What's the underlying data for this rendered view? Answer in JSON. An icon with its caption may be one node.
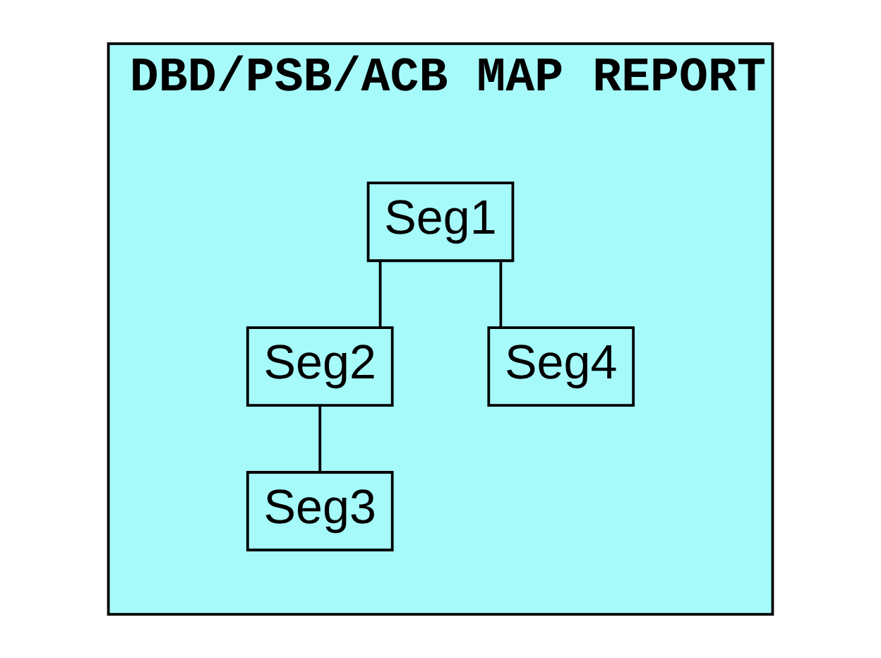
{
  "diagram": {
    "nodes": [
      {
        "text": [
          "DBD/PSB/ACB MAP REPORT"
        ]
      },
      {
        "text": [
          "Seg1"
        ],
        "in": 0
      },
      {
        "text": [
          "Seg2"
        ],
        "in": 0
      },
      {
        "text": [
          "Seg4"
        ],
        "in": 0
      },
      {
        "text": [
          "Seg3"
        ],
        "in": 0
      }
    ],
    "edges": [
      {
        "from": 1,
        "to": 2,
        "arrow": "none"
      },
      {
        "from": 1,
        "to": 3,
        "arrow": "none"
      },
      {
        "from": 2,
        "to": 4,
        "arrow": "none"
      }
    ]
  }
}
